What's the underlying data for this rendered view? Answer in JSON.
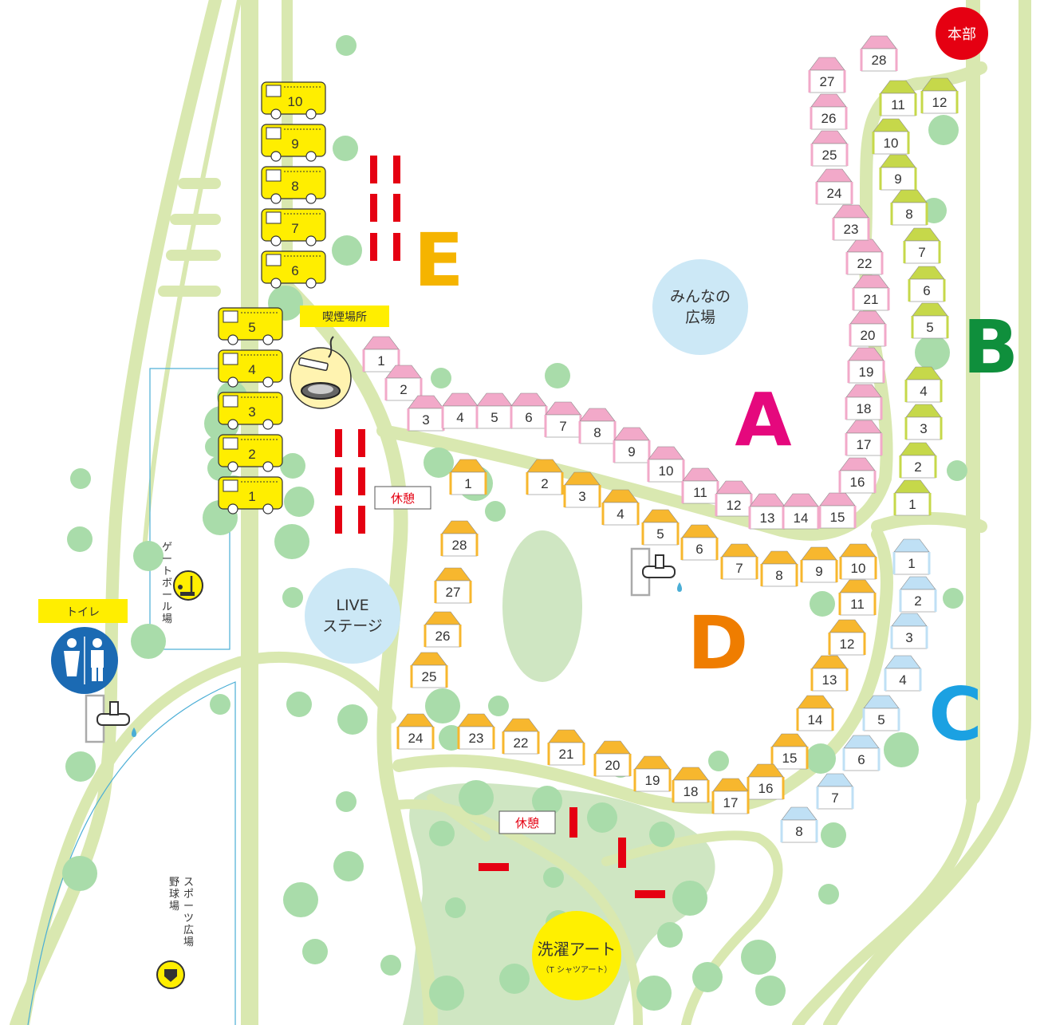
{
  "colors": {
    "road": "#d9e8b0",
    "park": "#cfe6c2",
    "tree": "#a9dcaa",
    "zoneA": "#e5087d",
    "zoneB": "#0f8f3c",
    "zoneC": "#1ba1e2",
    "zoneD": "#ef7d00",
    "zoneE": "#f5b400",
    "tentA": "#f2a9c9",
    "tentB": "#c6d84a",
    "tentC": "#bfe0f5",
    "tentD": "#f7b72e",
    "truck": "#ffee00",
    "label_bg": "#ffee00",
    "hq": "#e50012",
    "info_circle": "#cce8f6",
    "art_circle": "#fff000",
    "barrier": "#e50012"
  },
  "labels": {
    "hq": "本部",
    "plaza": "みんなの\n広場",
    "live": "LIVE\nステージ",
    "smoking": "喫煙場所",
    "toilet": "トイレ",
    "rest1": "休憩",
    "rest2": "休憩",
    "gateball": "ゲートボール場",
    "sports": "スポーツ広場\n野球場",
    "art": "洗濯アート",
    "art_sub": "（T シャツアート）"
  },
  "zones": {
    "A": "A",
    "B": "B",
    "C": "C",
    "D": "D",
    "E": "E"
  },
  "trucks": [
    "10",
    "9",
    "8",
    "7",
    "6",
    "5",
    "4",
    "3",
    "2",
    "1"
  ],
  "tents_A": [
    "1",
    "2",
    "3",
    "4",
    "5",
    "6",
    "7",
    "8",
    "9",
    "10",
    "11",
    "12",
    "13",
    "14",
    "15",
    "16",
    "17",
    "18",
    "19",
    "20",
    "21",
    "22",
    "23",
    "24",
    "25",
    "26",
    "27",
    "28"
  ],
  "tents_B": [
    "1",
    "2",
    "3",
    "4",
    "5",
    "6",
    "7",
    "8",
    "9",
    "10",
    "11",
    "12"
  ],
  "tents_C": [
    "1",
    "2",
    "3",
    "4",
    "5",
    "6",
    "7",
    "8"
  ],
  "tents_D": [
    "1",
    "2",
    "3",
    "4",
    "5",
    "6",
    "7",
    "8",
    "9",
    "10",
    "11",
    "12",
    "13",
    "14",
    "15",
    "16",
    "17",
    "18",
    "19",
    "20",
    "21",
    "22",
    "23",
    "24",
    "25",
    "26",
    "27",
    "28"
  ],
  "icons": [
    "toilet-icon",
    "water-tap-icon",
    "ashtray-icon",
    "gateball-icon",
    "baseball-icon"
  ]
}
